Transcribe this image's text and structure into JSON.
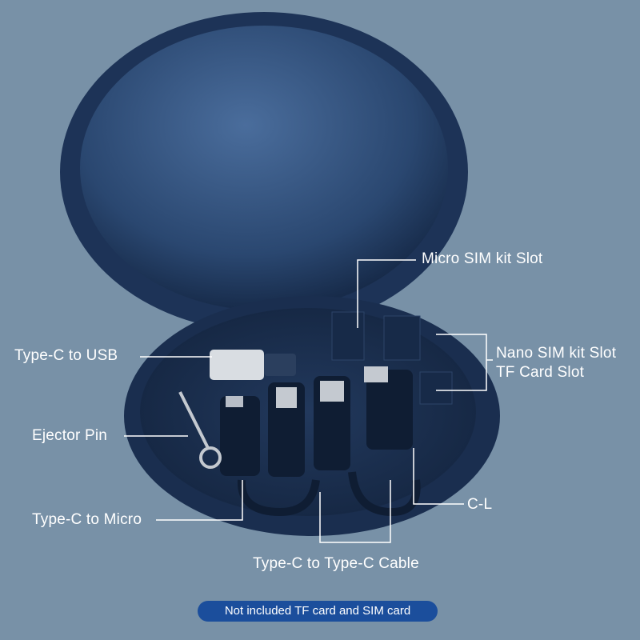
{
  "labels": {
    "micro_sim": "Micro SIM kit Slot",
    "nano_sim": "Nano SIM kit Slot",
    "tf_card": "TF Card Slot",
    "typec_usb": "Type-C  to  USB",
    "ejector": "Ejector Pin",
    "typec_micro": "Type-C to Micro",
    "cl": "C-L",
    "typec_typec": "Type-C to Type-C Cable"
  },
  "banner": "Not included TF card and SIM card",
  "colors": {
    "background": "#7891a7",
    "case": "#1c3458",
    "banner": "#1b4e9c"
  }
}
